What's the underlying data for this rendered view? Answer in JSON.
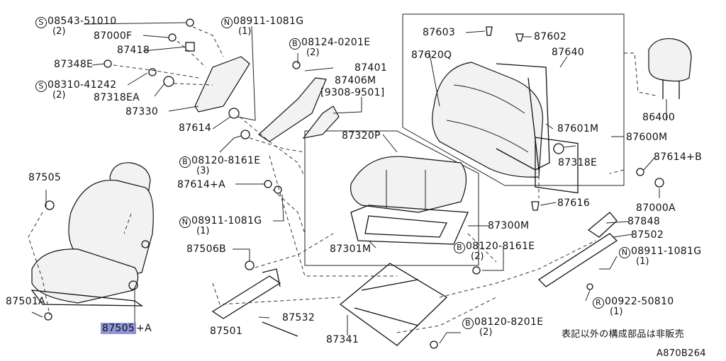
{
  "labels": {
    "s08543": {
      "prefix": "S",
      "code": "08543-51010",
      "qty": "(2)"
    },
    "p87000F": "87000F",
    "p87418": "87418",
    "p87348E": "87348E",
    "s08310": {
      "prefix": "S",
      "code": "08310-41242",
      "qty": "(2)"
    },
    "p87318EA": "87318EA",
    "p87330": "87330",
    "n08911a": {
      "prefix": "N",
      "code": "08911-1081G",
      "qty": "(1)"
    },
    "b08124": {
      "prefix": "B",
      "code": "08124-0201E",
      "qty": "(2)"
    },
    "p87401": "87401",
    "p87406M": "87406M",
    "d9308": "[9308-9501]",
    "p87614": "87614",
    "b08120a": {
      "prefix": "B",
      "code": "08120-8161E",
      "qty": "(3)"
    },
    "p87614A": "87614+A",
    "n08911b": {
      "prefix": "N",
      "code": "08911-1081G",
      "qty": "(1)"
    },
    "p87506B": "87506B",
    "p87505": "87505",
    "p87501A": "87501A",
    "p87505A_hl": "87505",
    "p87505A_tail": "+A",
    "p87501": "87501",
    "p87532": "87532",
    "p87341": "87341",
    "p87320P": "87320P",
    "p87301M": "87301M",
    "p87300M": "87300M",
    "p87603": "87603",
    "p87602": "87602",
    "p87620Q": "87620Q",
    "p87640": "87640",
    "p87601M": "87601M",
    "p87600M": "87600M",
    "p87318E": "87318E",
    "p86400": "86400",
    "p87614B": "87614+B",
    "p87000A": "87000A",
    "p87616": "87616",
    "p87848": "87848",
    "p87502": "87502",
    "n08911c": {
      "prefix": "N",
      "code": "08911-1081G",
      "qty": "(1)"
    },
    "b08120b": {
      "prefix": "B",
      "code": "08120-8161E",
      "qty": "(2)"
    },
    "r00922": {
      "prefix": "R",
      "code": "00922-50810",
      "qty": "(1)"
    },
    "b08120c": {
      "prefix": "B",
      "code": "08120-8201E",
      "qty": "(2)"
    }
  },
  "note": "表記以外の構成部品は非販売",
  "diagram_id": "A870B264",
  "colors": {
    "highlight": "#8f94d8",
    "ink": "#111111"
  }
}
